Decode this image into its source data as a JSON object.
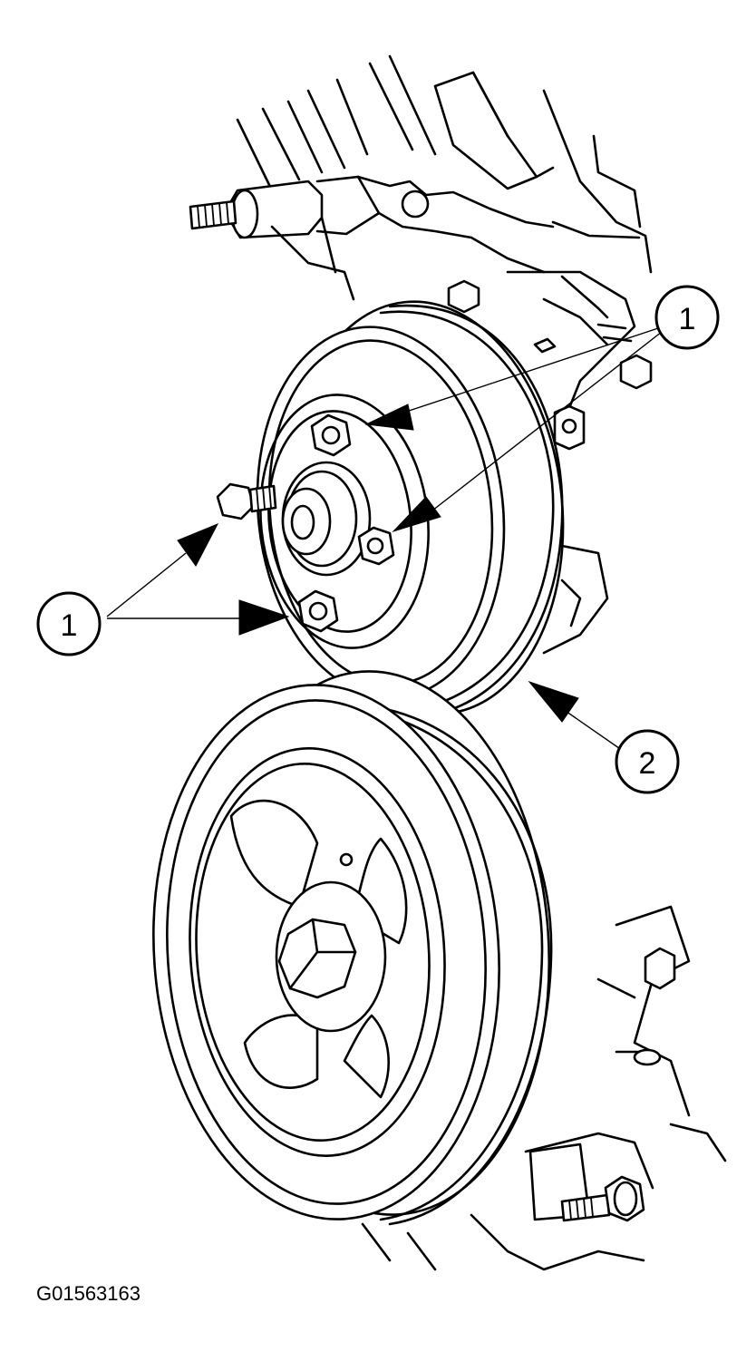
{
  "figure_id": "G01563163",
  "callouts": [
    {
      "label": "1"
    },
    {
      "label": "1"
    },
    {
      "label": "2"
    }
  ]
}
